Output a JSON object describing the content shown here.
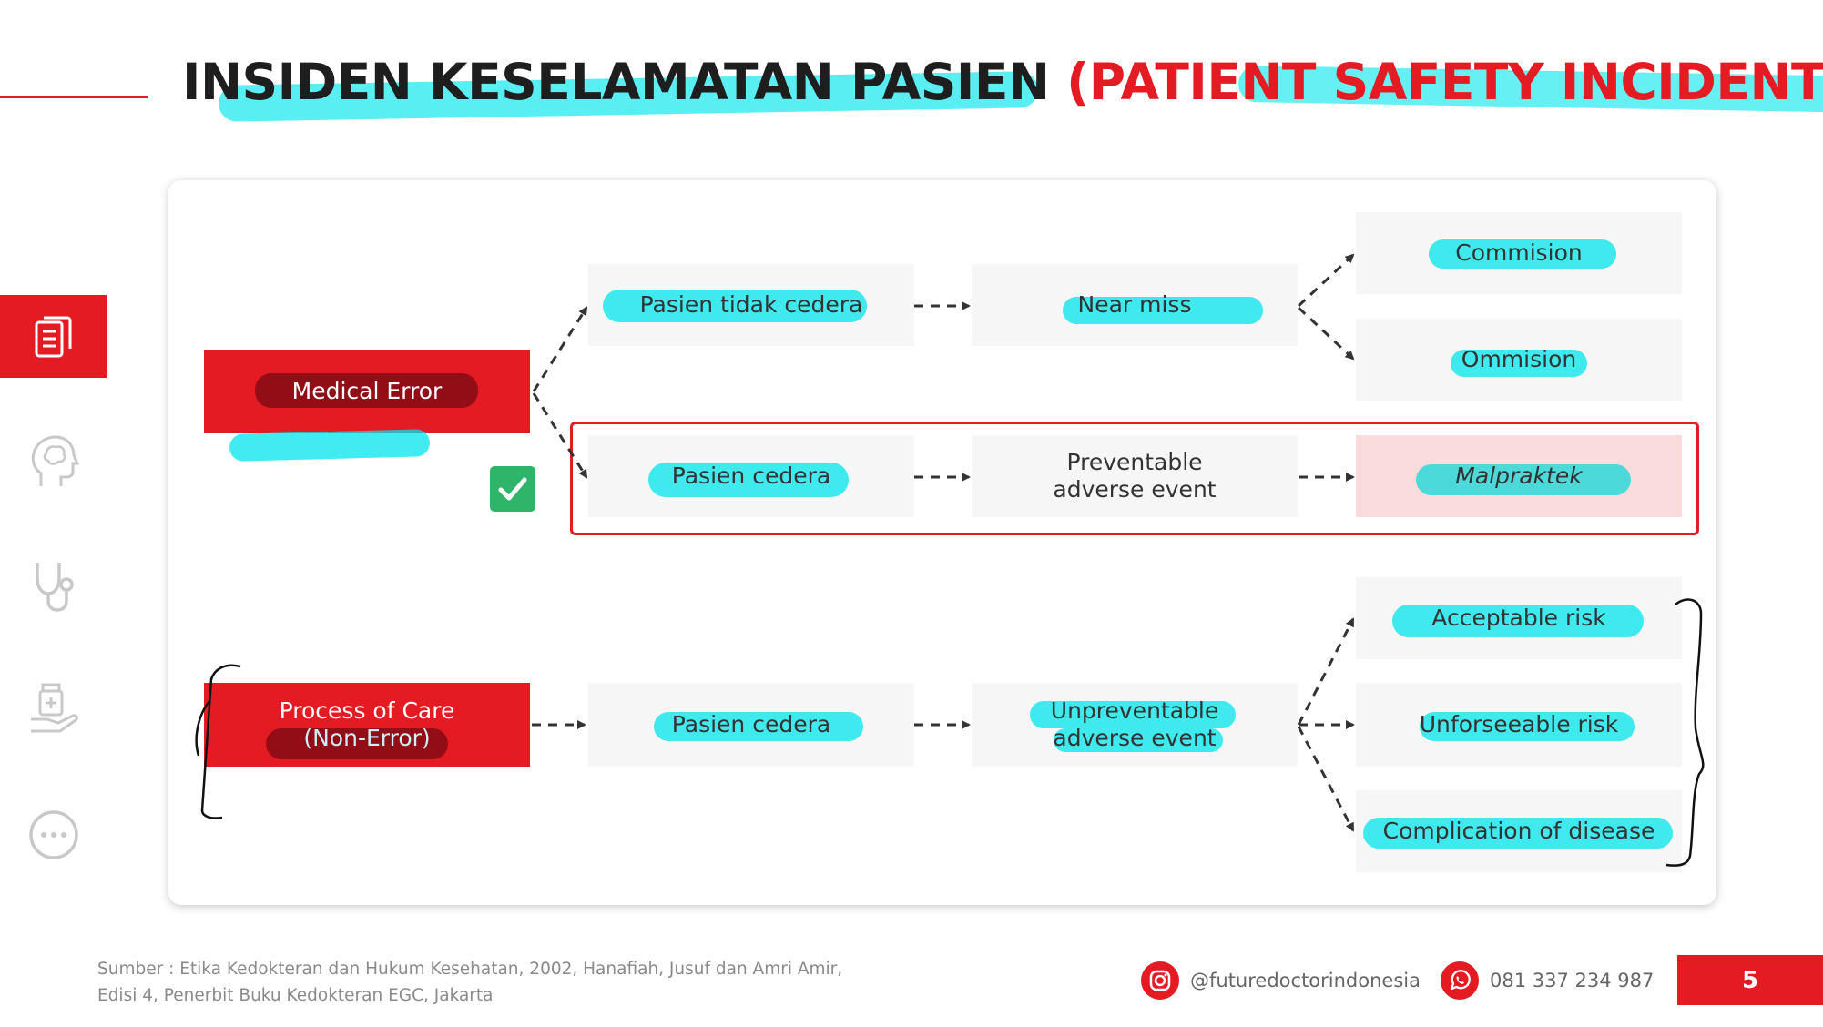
{
  "title": {
    "part1": "INSIDEN KESELAMATAN PASIEN ",
    "part2": "(PATIENT SAFETY INCIDENT)"
  },
  "colors": {
    "accent": "#e41b23",
    "highlight": "#00e6eb",
    "box": "#f6f6f6",
    "malpraktek_bg": "#fbdcdc"
  },
  "sidebar": {
    "icons": [
      "document-icon",
      "head-brain-icon",
      "stethoscope-icon",
      "medicine-hand-icon",
      "more-dots-icon"
    ],
    "active": "document-icon"
  },
  "diagram": {
    "medical_error": "Medical Error",
    "process_of_care_line1": "Process of Care",
    "process_of_care_line2": "(Non-Error)",
    "pasien_tidak_cedera": "Pasien tidak cedera",
    "near_miss": "Near miss",
    "commision": "Commision",
    "ommision": "Ommision",
    "pasien_cedera_1": "Pasien cedera",
    "preventable_line1": "Preventable",
    "preventable_line2": "adverse event",
    "malpraktek": "Malpraktek",
    "pasien_cedera_2": "Pasien cedera",
    "unpreventable_line1": "Unpreventable",
    "unpreventable_line2": "adverse event",
    "acceptable_risk": "Acceptable risk",
    "unforseeable_risk": "Unforseeable risk",
    "complication_of_disease": "Complication of disease"
  },
  "footer": {
    "source_line1": "Sumber : Etika Kedokteran dan Hukum Kesehatan, 2002, Hanafiah, Jusuf dan Amri Amir,",
    "source_line2": "Edisi 4, Penerbit Buku Kedokteran EGC,  Jakarta",
    "instagram": "@futuredoctorindonesia",
    "whatsapp": "081 337 234 987",
    "page_number": "5"
  }
}
